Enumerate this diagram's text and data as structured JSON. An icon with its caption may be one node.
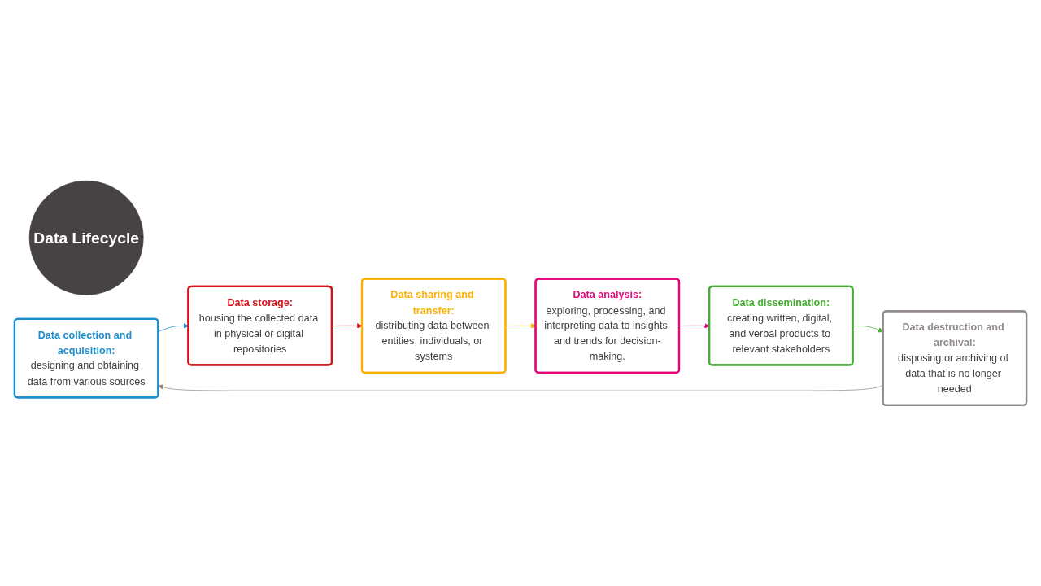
{
  "diagram": {
    "nodes": [
      {
        "text": [
          "Data Lifecycle"
        ]
      },
      {
        "text": [
          "Data collection and acquisition:",
          "designing and obtaining data from various sources"
        ]
      },
      {
        "text": [
          "Data storage:",
          "housing the collected data in physical or digital repositories"
        ]
      },
      {
        "text": [
          "Data sharing and transfer:",
          "distributing data between entities, individuals, or systems"
        ]
      },
      {
        "text": [
          "Data analysis:",
          "exploring, processing, and interpreting data to insights and trends for decision-making."
        ]
      },
      {
        "text": [
          "Data dissemination:",
          "creating written, digital, and verbal products to relevant stakeholders"
        ]
      },
      {
        "text": [
          "Data destruction and archival:",
          "disposing or archiving of data that is no longer needed"
        ]
      }
    ],
    "edges": [
      {
        "from": 1,
        "to": 2,
        "arrow": "to",
        "color": "#1b8fd2"
      },
      {
        "from": 2,
        "to": 3,
        "arrow": "to",
        "color": "#d4131a"
      },
      {
        "from": 3,
        "to": 4,
        "arrow": "to",
        "color": "#f9b200"
      },
      {
        "from": 4,
        "to": 5,
        "arrow": "to",
        "color": "#e2087a"
      },
      {
        "from": 5,
        "to": 6,
        "arrow": "to",
        "color": "#46ad35"
      },
      {
        "from": 6,
        "to": 1,
        "arrow": "to",
        "color": "#918b8c"
      }
    ]
  }
}
